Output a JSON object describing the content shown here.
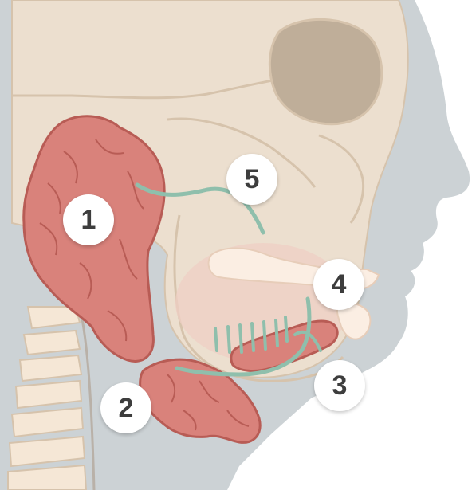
{
  "markers": [
    "1",
    "2",
    "3",
    "4",
    "5"
  ],
  "colors": {
    "background": "#ffffff",
    "head_silhouette": "#ccd2d5",
    "skull": "#ecdfcf",
    "skull_outline": "#d6c3ac",
    "gland": "#d9827b",
    "gland_outline": "#b85c55",
    "nerve": "#8fbfac",
    "vertebra": "#f5e7d6",
    "teeth": "#fbeee3",
    "marker_fill": "#ffffff",
    "marker_text": "#3d3d3d"
  },
  "icons": {
    "parotid_gland": "gland-lobulated-large",
    "submandibular_gland": "gland-lobulated-small",
    "sublingual_gland": "gland-elongated",
    "nerve": "nerve-line",
    "spine": "cervical-vertebrae"
  }
}
